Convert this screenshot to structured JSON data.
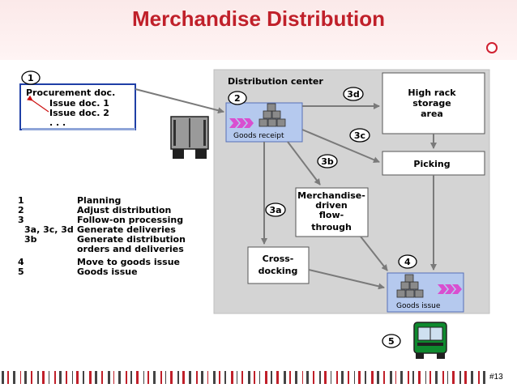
{
  "title": "Merchandise Distribution",
  "page_number": "#13",
  "procurement": {
    "badge": "1",
    "line1": "Procurement doc.",
    "line2": "Issue doc. 1",
    "line3": "Issue doc. 2",
    "line4": ". . ."
  },
  "distribution_center": {
    "label": "Distribution center",
    "goods_receipt": {
      "badge": "2",
      "label": "Goods receipt"
    },
    "high_rack": {
      "line1": "High rack",
      "line2": "storage",
      "line3": "area"
    },
    "picking": "Picking",
    "flow_through": {
      "line1": "Merchandise-",
      "line2": "driven",
      "line3": "flow-",
      "line4": "through"
    },
    "cross_docking": {
      "line1": "Cross-",
      "line2": "docking"
    },
    "goods_issue": {
      "badge": "4",
      "label": "Goods issue"
    },
    "step_3d": "3d",
    "step_3c": "3c",
    "step_3b": "3b",
    "step_3a": "3a"
  },
  "truck_badge": "5",
  "legend": [
    {
      "num": "1",
      "text": "Planning"
    },
    {
      "num": "2",
      "text": "Adjust distribution"
    },
    {
      "num": "3",
      "text": "Follow-on processing"
    },
    {
      "num": "3a, 3c, 3d",
      "text": "Generate deliveries"
    },
    {
      "num": "3b",
      "text": "Generate distribution"
    },
    {
      "num": "",
      "text": "orders and deliveries"
    },
    {
      "num": "4",
      "text": "Move to goods issue"
    },
    {
      "num": "5",
      "text": "Goods issue"
    }
  ],
  "colors": {
    "title": "#c0202a",
    "panel": "#d4d4d4",
    "process_box": "#b5c9ee",
    "arrow": "#7a7a7a",
    "doc_border": "#1f3fa6",
    "chevron": "#d94fd0"
  }
}
